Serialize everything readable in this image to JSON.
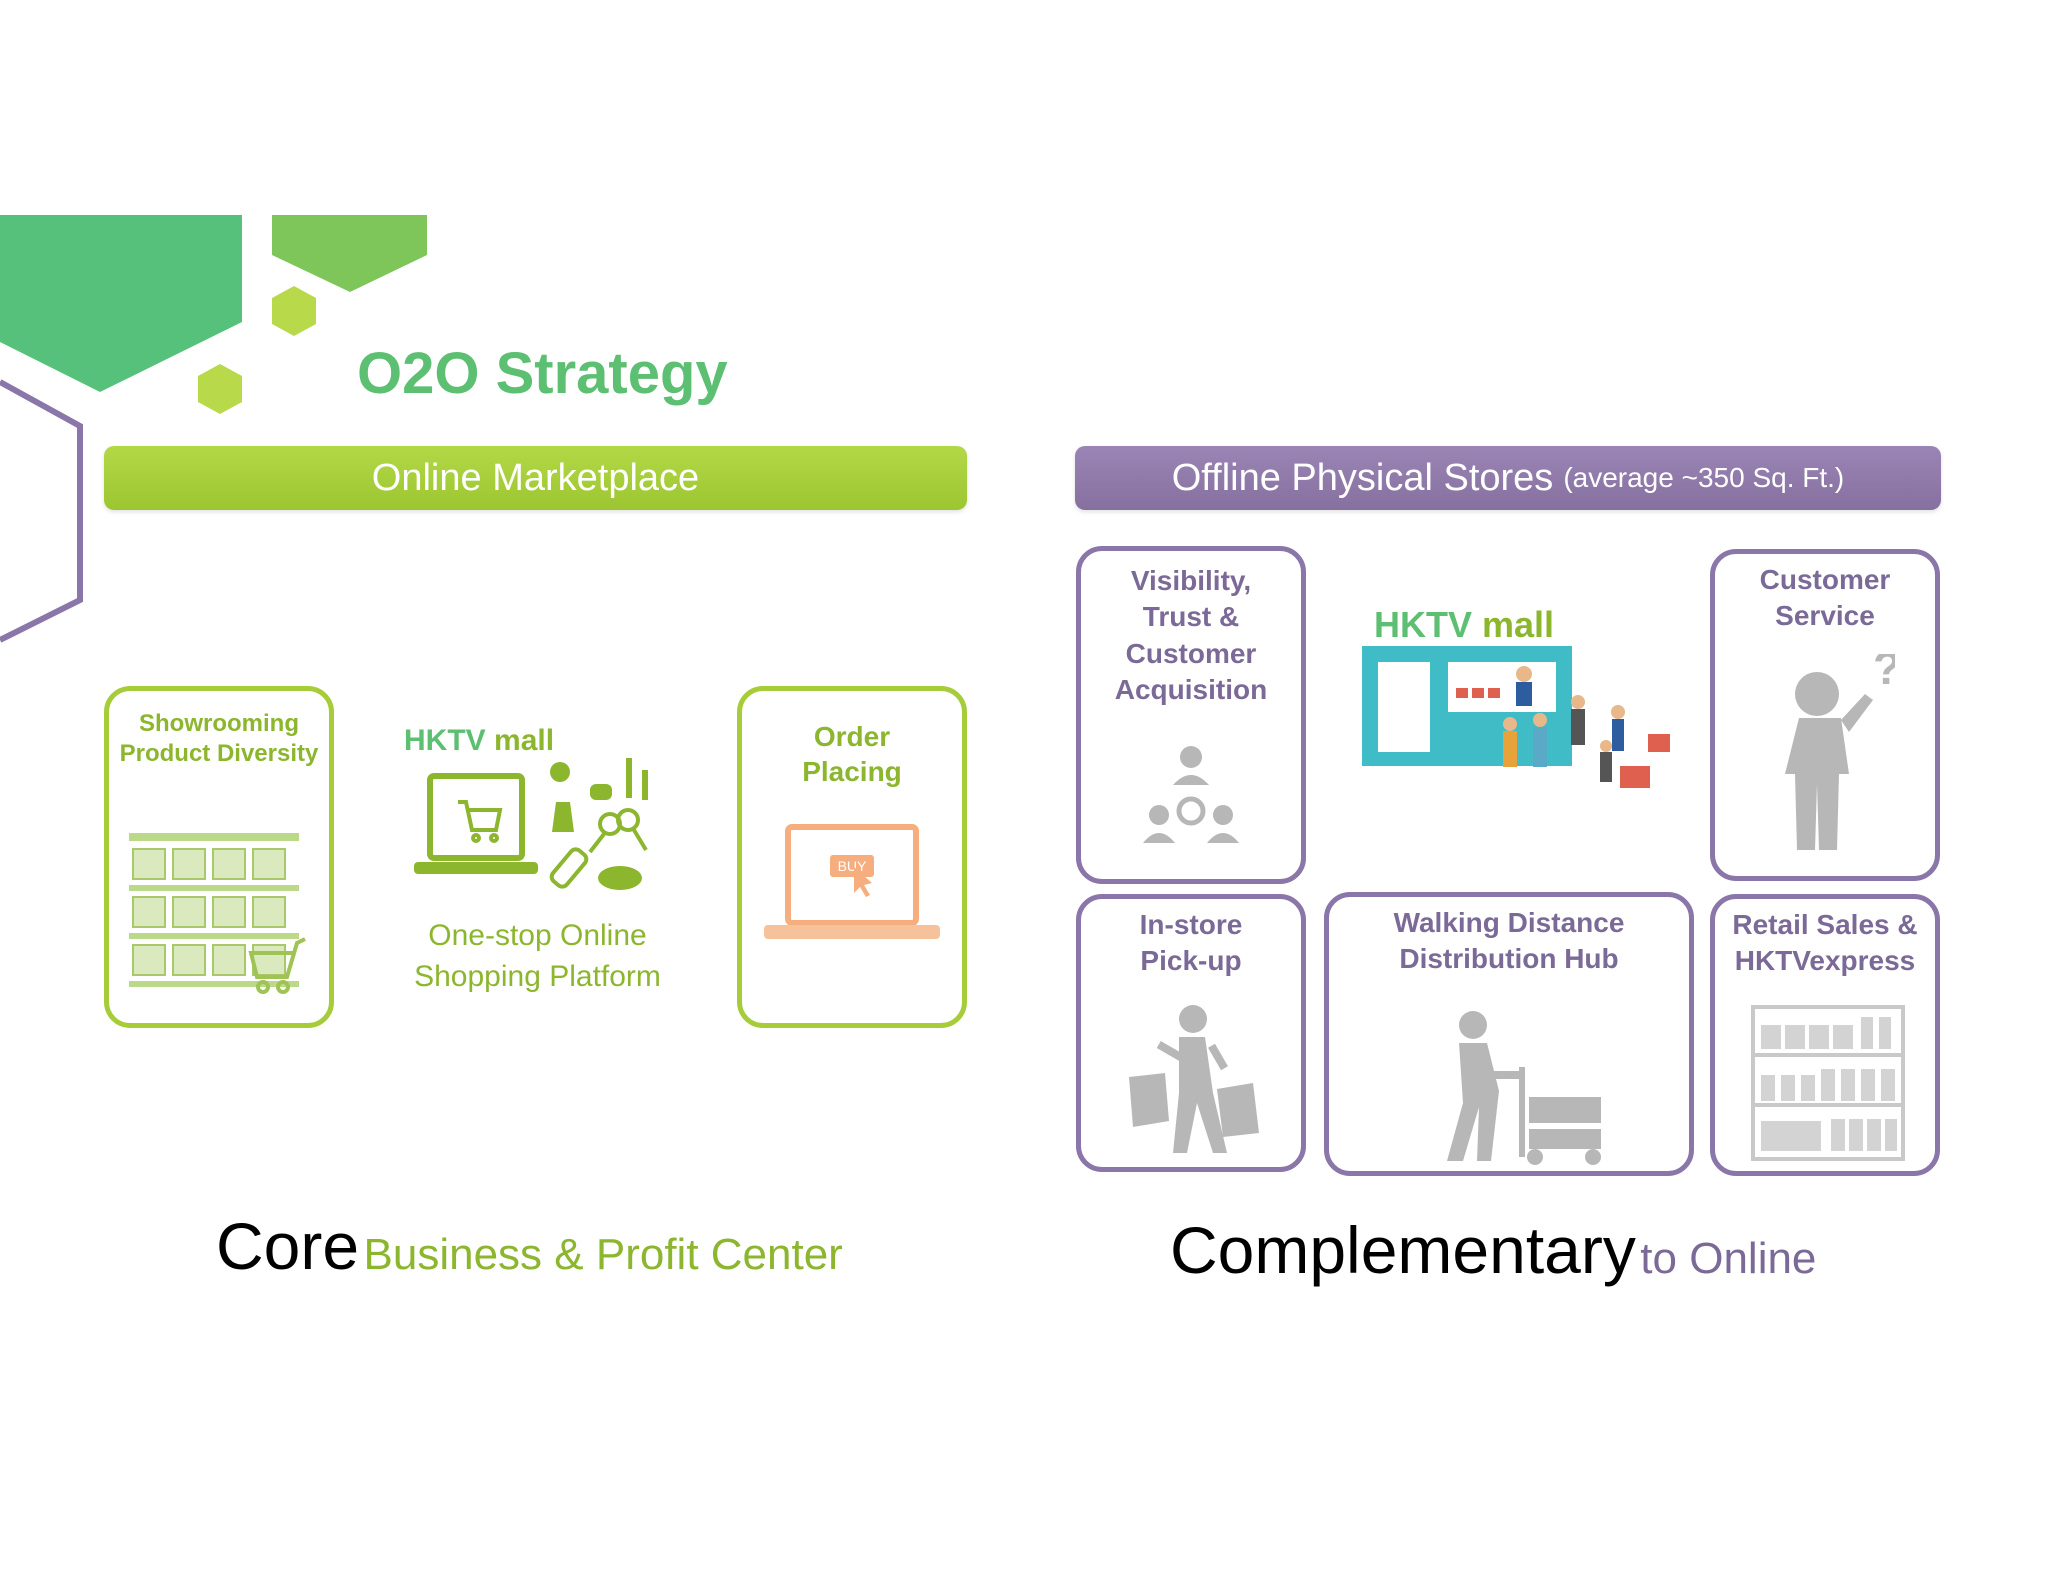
{
  "title": "O2O Strategy",
  "online": {
    "band_label": "Online Marketplace",
    "showrooming_label_line1": "Showrooming",
    "showrooming_label_line2": "Product Diversity",
    "logo_hk": "HKTV",
    "logo_mall": "mall",
    "platform_line1": "One-stop Online",
    "platform_line2": "Shopping Platform",
    "order_line1": "Order",
    "order_line2": "Placing",
    "buy_label": "BUY"
  },
  "offline": {
    "band_label": "Offline Physical Stores",
    "band_note": "(average ~350 Sq. Ft.)",
    "visibility_lines": [
      "Visibility,",
      "Trust &",
      "Customer",
      "Acquisition"
    ],
    "customer_service_lines": [
      "Customer",
      "Service"
    ],
    "instore_lines": [
      "In-store",
      "Pick-up"
    ],
    "walking_lines": [
      "Walking Distance",
      "Distribution Hub"
    ],
    "retail_lines": [
      "Retail Sales &",
      "HKTVexpress"
    ],
    "logo_hk": "HKTV",
    "logo_mall": "mall"
  },
  "bottom": {
    "core_big": "Core",
    "core_small": "Business & Profit Center",
    "comp_big": "Complementary",
    "comp_small": "to Online"
  },
  "colors": {
    "green": "#a6cc3a",
    "green_dark": "#8cb62e",
    "teal_green": "#5cbf72",
    "purple": "#8a76a8",
    "grey_icon": "#b7b7b7",
    "store_teal": "#3fbcc6",
    "orange": "#f6ae7e"
  },
  "icons": [
    "cart-icon",
    "laptop-icon",
    "people-network-icon",
    "question-person-icon",
    "shopping-bags-person-icon",
    "trolley-person-icon",
    "shelves-icon"
  ]
}
